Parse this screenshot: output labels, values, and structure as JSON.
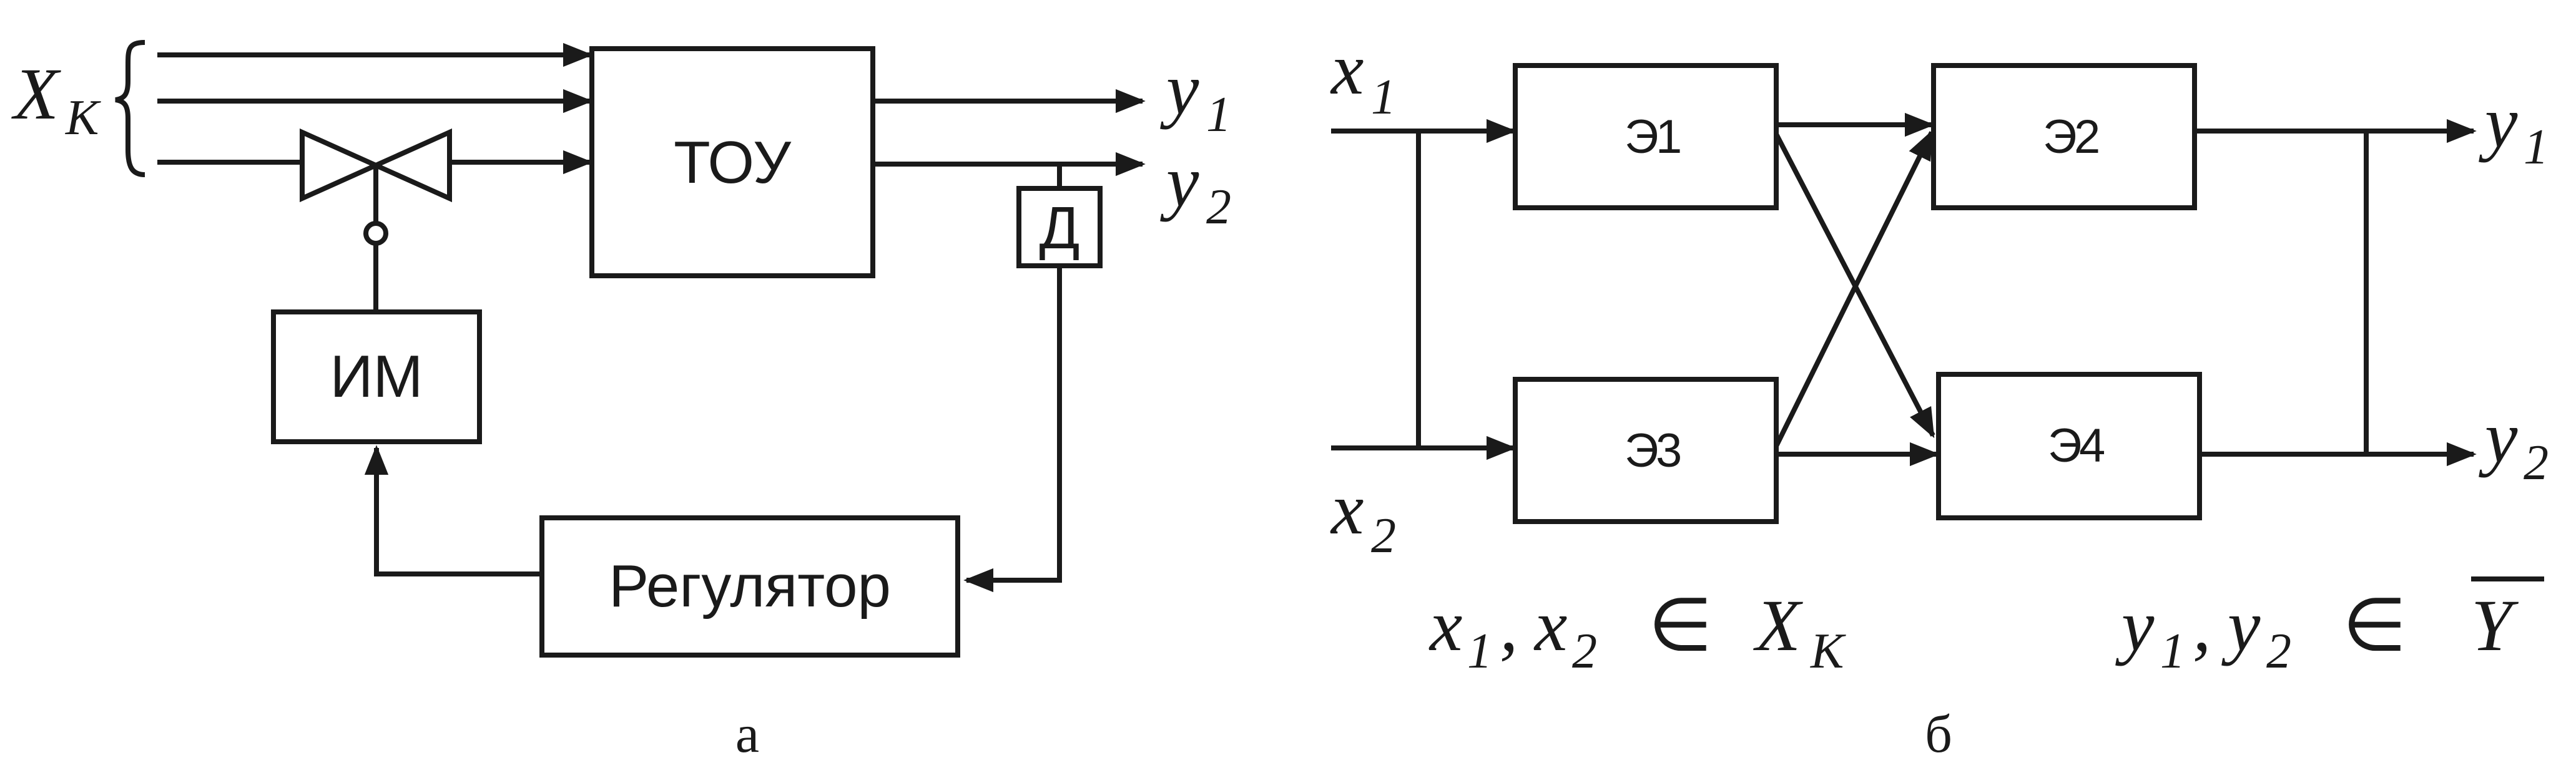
{
  "diagram_a": {
    "input_label": {
      "main": "X",
      "sub": "K"
    },
    "plant_label": "ТОУ",
    "actuator_label": "ИМ",
    "sensor_label": "Д",
    "regulator_label": "Регулятор",
    "outputs": [
      {
        "main": "y",
        "sub": "1"
      },
      {
        "main": "y",
        "sub": "2"
      }
    ],
    "caption": "а"
  },
  "diagram_b": {
    "inputs": [
      {
        "main": "x",
        "sub": "1"
      },
      {
        "main": "x",
        "sub": "2"
      }
    ],
    "elements": [
      {
        "main": "Э",
        "sub": "1"
      },
      {
        "main": "Э",
        "sub": "2"
      },
      {
        "main": "Э",
        "sub": "3"
      },
      {
        "main": "Э",
        "sub": "4"
      }
    ],
    "outputs": [
      {
        "main": "y",
        "sub": "1"
      },
      {
        "main": "y",
        "sub": "2"
      }
    ],
    "inputs_set": {
      "a": "x",
      "a_sub": "1",
      "sep": ",",
      "b": "x",
      "b_sub": "2",
      "rel": "∈",
      "set": "X",
      "set_sub": "K"
    },
    "outputs_set": {
      "a": "y",
      "a_sub": "1",
      "sep": ",",
      "b": "y",
      "b_sub": "2",
      "rel": "∈",
      "set": "Y"
    },
    "caption": "б"
  }
}
